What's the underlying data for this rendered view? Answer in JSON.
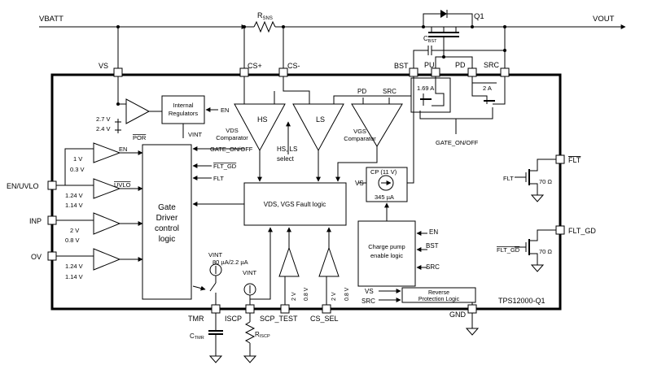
{
  "nets": {
    "vbatt": "VBATT",
    "vout": "VOUT",
    "rsns": "R",
    "rsns_sub": "SNS",
    "cbst": "C",
    "cbst_sub": "BST",
    "q1": "Q1"
  },
  "pins": {
    "vs": "VS",
    "cs_plus": "CS+",
    "cs_minus": "CS-",
    "bst": "BST",
    "pu": "PU",
    "pd": "PD",
    "src": "SRC",
    "en_uvlo": "EN/UVLO",
    "inp": "INP",
    "ov": "OV",
    "tmr": "TMR",
    "iscp": "ISCP",
    "scp_test": "SCP_TEST",
    "cs_sel": "CS_SEL",
    "gnd": "GND",
    "flt": "FLT",
    "flt_gd": "FLT_GD"
  },
  "blocks": {
    "internal_regulators": [
      "Internal",
      "Regulators"
    ],
    "gate_driver": [
      "Gate",
      "Driver",
      "control",
      "logic"
    ],
    "fault_logic": "VDS, VGS Fault logic",
    "charge_pump_logic": [
      "Charge pump",
      "enable logic"
    ],
    "reverse_protection": [
      "Reverse",
      "Protection Logic"
    ],
    "device_name": "TPS12000-Q1"
  },
  "labels": {
    "en": "EN",
    "vint": "VINT",
    "por": "POR",
    "uvlo": "UVLO",
    "v27": "2.7 V",
    "v24": "2.4 V",
    "v1": "1 V",
    "v03": "0.3 V",
    "v124a": "1.24 V",
    "v114a": "1.14 V",
    "v2": "2 V",
    "v08": "0.8 V",
    "v124b": "1.24 V",
    "v114b": "1.14 V",
    "hs": "HS",
    "ls": "LS",
    "vds_comp": [
      "VDS",
      "Comparator"
    ],
    "vgs_comp": [
      "VGS",
      "Comparator"
    ],
    "hs_ls_select": [
      "HS, LS",
      "select"
    ],
    "gate_on_off": "GATE_ON/OFF",
    "gate_on_off2": "GATE_ON/OFF",
    "flt_gd_sig": "FLT_GD",
    "flt_sig": "FLT",
    "pd_in": "PD",
    "src_in": "SRC",
    "cp": "CP (11 V)",
    "cp_current": "345 µA",
    "vs_cp": "VS",
    "i169": "1.69 A",
    "i2": "2 A",
    "cp_en": "EN",
    "cp_bst": "BST",
    "cp_src": "SRC",
    "tmr_current": "80 µA/2.2 µA",
    "vint_tmr": "VINT",
    "vint_iscp": "VINT",
    "v2_scp": "2 V",
    "v08_scp": "0.8 V",
    "v2_cs": "2 V",
    "v08_cs": "0.8 V",
    "rp_vs": "VS",
    "rp_src": "SRC",
    "ctmr": "C",
    "ctmr_sub": "TMR",
    "riscp": "R",
    "riscp_sub": "ISCP",
    "flt_gate": "FLT",
    "flt_gd_gate": "FLT_GD",
    "r70a": "70 Ω",
    "r70b": "70 Ω"
  }
}
